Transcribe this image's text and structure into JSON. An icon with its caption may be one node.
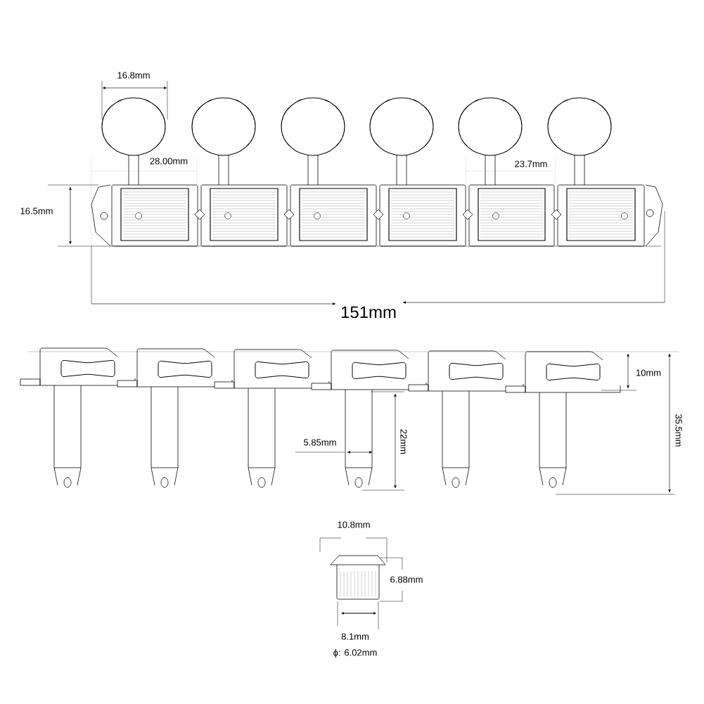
{
  "diagram": {
    "labels": [
      "16.8mm",
      "28.00mm",
      "23.7mm",
      "16.5mm",
      "151mm",
      "10mm",
      "35.5mm",
      "22mm",
      "5.85mm",
      "10.8mm",
      "6.88mm",
      "8.1mm",
      "ϕ: 6.02mm"
    ]
  }
}
